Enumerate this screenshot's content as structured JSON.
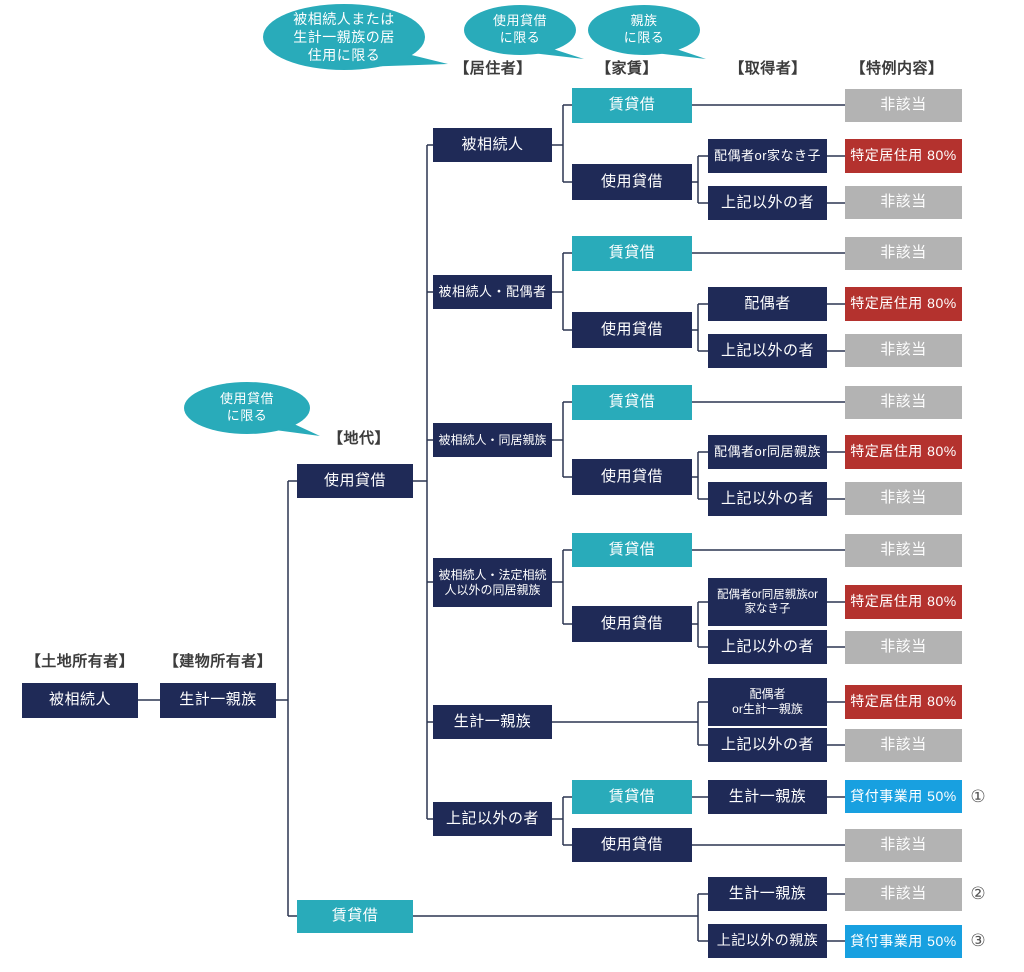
{
  "headers": {
    "land_owner": "【土地所有者】",
    "building_owner": "【建物所有者】",
    "ground_rent": "【地代】",
    "resident": "【居住者】",
    "house_rent": "【家賃】",
    "acquirer": "【取得者】",
    "special": "【特例内容】"
  },
  "bubbles": {
    "residence_limit": "被相続人または\n生計一親族の居\n住用に限る",
    "loan_limit_top": "使用貸借\nに限る",
    "relative_limit": "親族\nに限る",
    "loan_limit_left": "使用貸借\nに限る"
  },
  "base": {
    "land_owner": "被相続人",
    "building_owner": "生計一親族",
    "ground_rent_loan": "使用貸借",
    "ground_rent_lease": "賃貸借"
  },
  "groups": [
    {
      "resident": "被相続人",
      "lease": "賃貸借",
      "lease_result": "非該当",
      "loan": "使用貸借",
      "acq1": "配偶者or家なき子",
      "acq1_result": "特定居住用 80%",
      "acq2": "上記以外の者",
      "acq2_result": "非該当"
    },
    {
      "resident": "被相続人・配偶者",
      "lease": "賃貸借",
      "lease_result": "非該当",
      "loan": "使用貸借",
      "acq1": "配偶者",
      "acq1_result": "特定居住用 80%",
      "acq2": "上記以外の者",
      "acq2_result": "非該当"
    },
    {
      "resident": "被相続人・同居親族",
      "lease": "賃貸借",
      "lease_result": "非該当",
      "loan": "使用貸借",
      "acq1": "配偶者or同居親族",
      "acq1_result": "特定居住用 80%",
      "acq2": "上記以外の者",
      "acq2_result": "非該当"
    },
    {
      "resident": "被相続人・法定相続\n人以外の同居親族",
      "lease": "賃貸借",
      "lease_result": "非該当",
      "loan": "使用貸借",
      "acq1": "配偶者or同居親族or\n家なき子",
      "acq1_result": "特定居住用 80%",
      "acq2": "上記以外の者",
      "acq2_result": "非該当"
    },
    {
      "resident": "生計一親族",
      "acq1": "配偶者\nor生計一親族",
      "acq1_result": "特定居住用 80%",
      "acq2": "上記以外の者",
      "acq2_result": "非該当"
    },
    {
      "resident": "上記以外の者",
      "lease": "賃貸借",
      "lease_acq": "生計一親族",
      "lease_result": "貸付事業用 50%",
      "lease_num": "①",
      "loan": "使用貸借",
      "loan_result": "非該当"
    }
  ],
  "bottom": {
    "lease": "賃貸借",
    "acq1": "生計一親族",
    "acq1_result": "非該当",
    "acq1_num": "②",
    "acq2": "上記以外の親族",
    "acq2_result": "貸付事業用 50%",
    "acq2_num": "③"
  },
  "colors": {
    "navy": "#1f2a57",
    "teal": "#29abba",
    "red": "#b4322e",
    "gray": "#b3b3b3",
    "blue": "#18a0e0",
    "line": "#2b3550"
  }
}
